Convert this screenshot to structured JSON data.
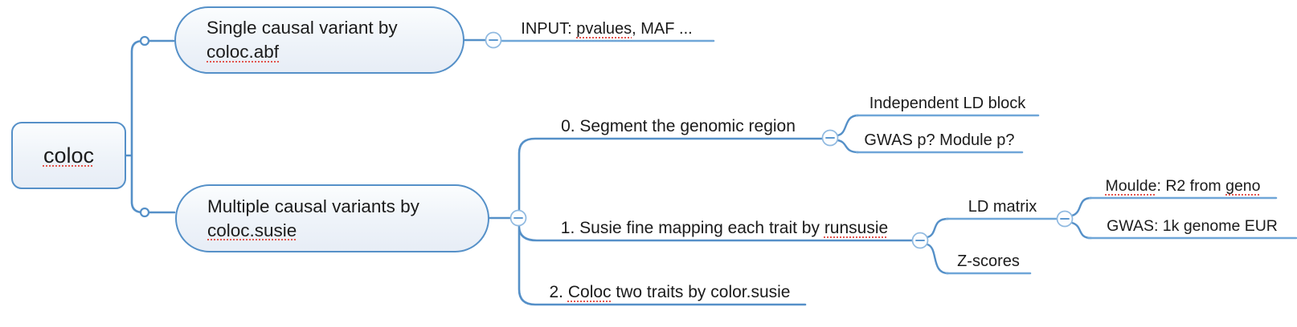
{
  "app": {
    "title": "coloc mind map"
  },
  "colors": {
    "branch_line": "#5590c8",
    "leaf_line": "#6fa6d8",
    "node_fill_top": "#fbfdfe",
    "node_fill_bottom": "#e7edf6",
    "spellcheck_red": "#e2544e",
    "text": "#1b1b1b"
  },
  "nodes": {
    "root": {
      "label": "coloc"
    },
    "single_causal": {
      "line1": "Single causal variant by",
      "line2": "coloc.abf"
    },
    "input": {
      "prefix": "INPUT: ",
      "misspelled": "pvalues",
      "suffix": ", MAF ..."
    },
    "multiple_causal": {
      "line1": "Multiple causal variants by",
      "line2": "coloc.susie"
    },
    "segment_region": {
      "label": "0. Segment the genomic region"
    },
    "independent_ld_block": {
      "label": "Independent LD block"
    },
    "gwas_module_p": {
      "label": "GWAS p? Module p?"
    },
    "susie_fine_mapping": {
      "prefix": "1. Susie fine mapping each trait by ",
      "misspelled": "runsusie"
    },
    "ld_matrix": {
      "label": "LD matrix"
    },
    "z_scores": {
      "label": "Z-scores"
    },
    "moulde_r2": {
      "part1": "Moulde",
      "part2": ": R2 from ",
      "part3": "geno"
    },
    "gwas_1k_genome": {
      "label": "GWAS: 1k genome EUR"
    },
    "coloc_two_traits": {
      "prefix": "2. ",
      "misspelled": "Coloc",
      "suffix": " two traits by color.susie"
    }
  },
  "icons": {
    "collapse": "minus"
  }
}
